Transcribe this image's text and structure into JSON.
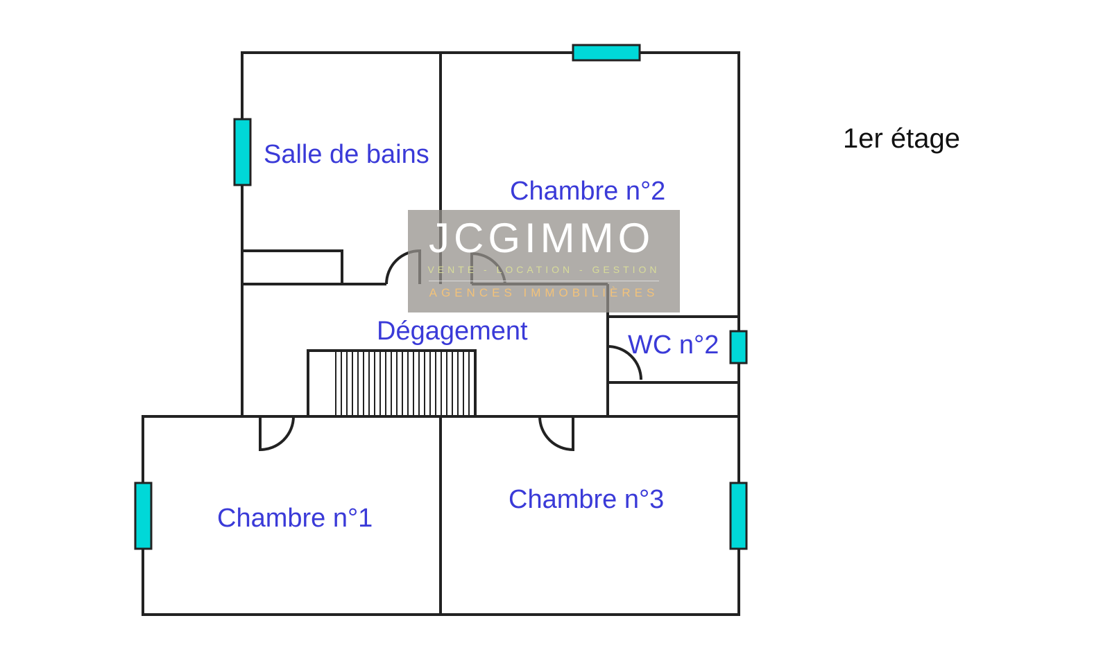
{
  "title": "1er étage",
  "rooms": {
    "salle_de_bains": "Salle de bains",
    "chambre2": "Chambre n°2",
    "degagement": "Dégagement",
    "wc2": "WC n°2",
    "chambre1": "Chambre n°1",
    "chambre3": "Chambre n°3"
  },
  "watermark": {
    "logo": "JCGIMMO",
    "tagline": "VENTE - LOCATION - GESTION",
    "subtitle": "AGENCES IMMOBILIÈRES"
  },
  "colors": {
    "wall": "#222222",
    "window": "#00d8d8",
    "label": "#3a3ad8"
  }
}
